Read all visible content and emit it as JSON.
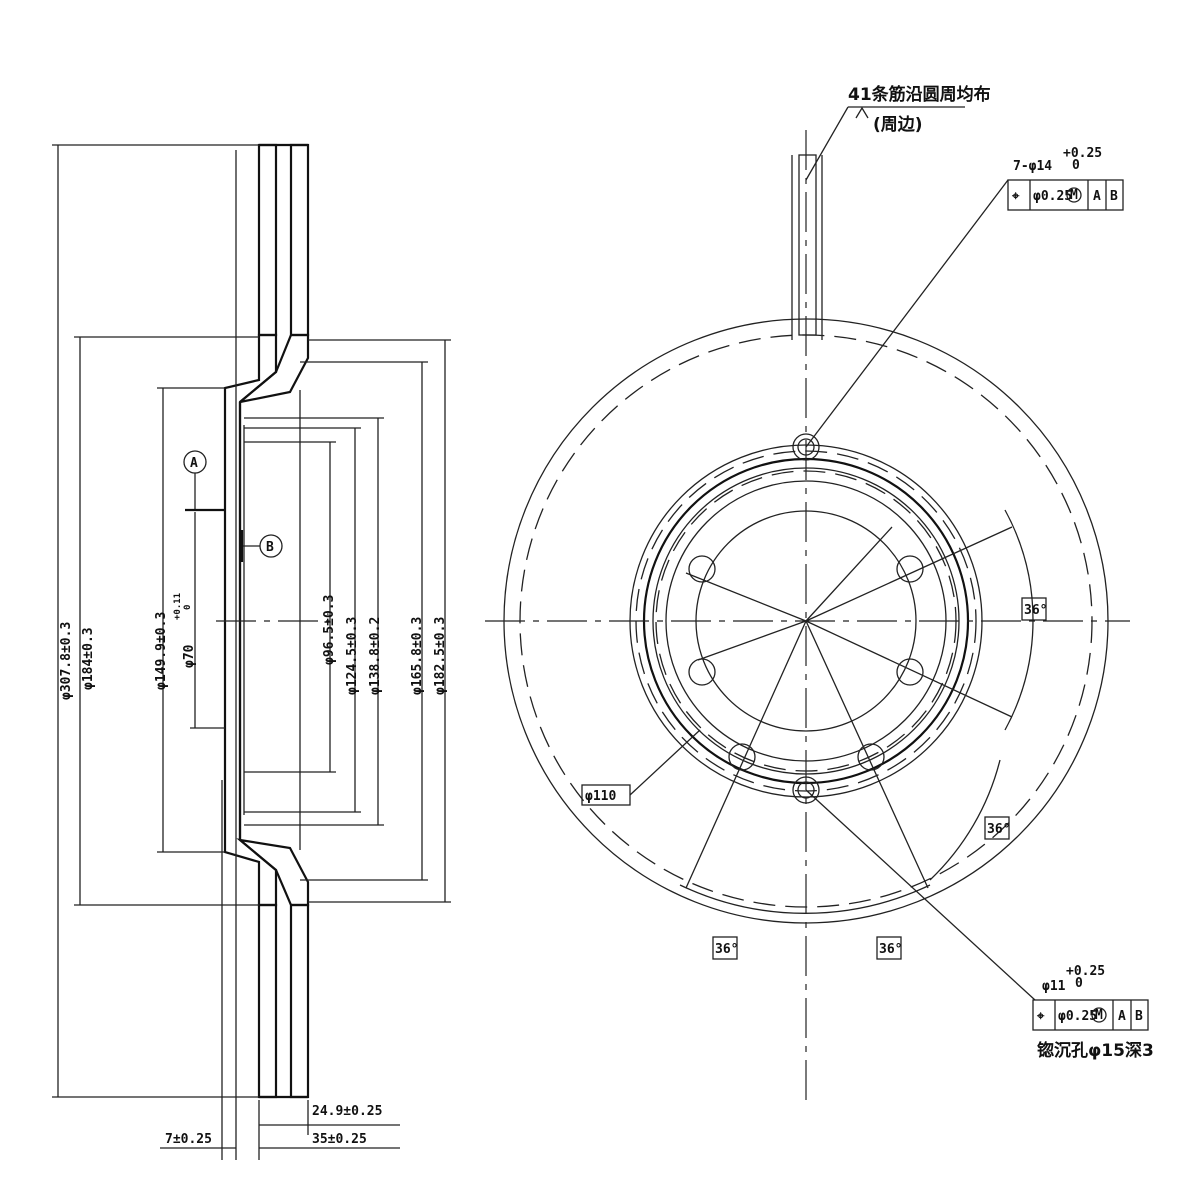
{
  "side_view": {
    "dims_vertical": [
      "φ307.8±0.3",
      "φ184±0.3",
      "φ149.9±0.3",
      "φ70",
      "+0.11",
      "0",
      "φ96.5±0.3",
      "φ124.5±0.3",
      "φ138.8±0.2",
      "φ165.8±0.3",
      "φ182.5±0.3"
    ],
    "datum_a": "A",
    "datum_b": "B",
    "dims_horizontal": [
      "24.9±0.25",
      "35±0.25",
      "7±0.25"
    ]
  },
  "front_view": {
    "vane_note": "41条筋沿圆周均布",
    "vane_note_sub": "(周边)",
    "hole_callout": {
      "label": "7-φ14",
      "tol_upper": "+0.25",
      "tol_lower": "0"
    },
    "fcf_top": {
      "symbol": "⌖",
      "tol": "φ0.25",
      "modifier": "M",
      "datum1": "A",
      "datum2": "B"
    },
    "bolt_circle": "φ110",
    "angles": [
      "36°",
      "36°",
      "36°",
      "36°"
    ],
    "small_hole_callout": {
      "label": "φ11",
      "tol_upper": "+0.25",
      "tol_lower": "0"
    },
    "fcf_bottom": {
      "symbol": "⌖",
      "tol": "φ0.25",
      "modifier": "M",
      "datum1": "A",
      "datum2": "B"
    },
    "counterbore_note": "锪沉孔φ15深3"
  }
}
